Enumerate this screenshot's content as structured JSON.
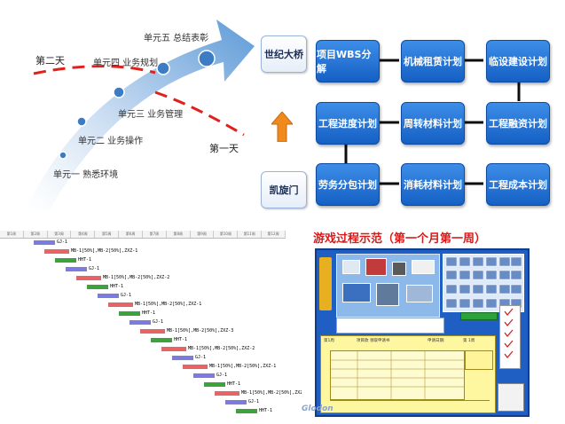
{
  "roadmap": {
    "units": [
      {
        "label": "单元一  熟悉环境"
      },
      {
        "label": "单元二  业务操作"
      },
      {
        "label": "单元三  业务管理"
      },
      {
        "label": "单元四  业务规划"
      },
      {
        "label": "单元五  总结表彰"
      }
    ],
    "day1": "第一天",
    "day2": "第二天",
    "colors": {
      "arrow": "#4a8fd0",
      "dash": "#e0201b"
    }
  },
  "middle": {
    "top_box": "世纪大桥",
    "bottom_box": "凯旋门",
    "up_arrow_icon": "up-arrow-icon",
    "arrow_color": "#f08a1c"
  },
  "plans": {
    "items": [
      "项目WBS分解",
      "机械租赁计划",
      "临设建设计划",
      "工程进度计划",
      "周转材料计划",
      "工程融资计划",
      "劳务分包计划",
      "消耗材料计划",
      "工程成本计划"
    ],
    "color": "#1a6fd8"
  },
  "gantt": {
    "header_cells": [
      "第1周",
      "第2周",
      "第3周",
      "第4周",
      "第5周",
      "第6周",
      "第7周",
      "第8周",
      "第9周",
      "第10周",
      "第11周",
      "第12周"
    ],
    "rows": [
      {
        "label": "GJ-1",
        "color": "#7b7be0"
      },
      {
        "label": "MB-1[50%],MB-2[50%],ZXZ-1",
        "color": "#e86464"
      },
      {
        "label": "HHT-1",
        "color": "#3ca33c"
      },
      {
        "label": "GJ-1",
        "color": "#7b7be0"
      },
      {
        "label": "MB-1[50%],MB-2[50%],ZXZ-2",
        "color": "#e86464"
      },
      {
        "label": "HHT-1",
        "color": "#3ca33c"
      },
      {
        "label": "GJ-1",
        "color": "#7b7be0"
      },
      {
        "label": "MB-1[50%],MB-2[50%],ZXZ-1",
        "color": "#e86464"
      },
      {
        "label": "HHT-1",
        "color": "#3ca33c"
      },
      {
        "label": "GJ-1",
        "color": "#7b7be0"
      },
      {
        "label": "MB-1[50%],MB-2[50%],ZXZ-3",
        "color": "#e86464"
      },
      {
        "label": "HHT-1",
        "color": "#3ca33c"
      },
      {
        "label": "MB-1[50%],MB-2[50%],ZXZ-2",
        "color": "#e86464"
      },
      {
        "label": "GJ-1",
        "color": "#7b7be0"
      },
      {
        "label": "MB-1[50%],MB-2[50%],ZXZ-1",
        "color": "#e86464"
      },
      {
        "label": "GJ-1",
        "color": "#7b7be0"
      },
      {
        "label": "HHT-1",
        "color": "#3ca33c"
      },
      {
        "label": "MB-1[50%],MB-2[50%],ZXZ-3",
        "color": "#e86464"
      },
      {
        "label": "GJ-1",
        "color": "#7b7be0"
      },
      {
        "label": "HHT-1",
        "color": "#3ca33c"
      }
    ]
  },
  "game": {
    "title": "游戏过程示范（第一个月第一周）",
    "form": {
      "row1": "第1周",
      "row2": "项目款 领取申请书",
      "row3": "申请日期:",
      "row4": "第 1周"
    },
    "brand": "Glodon",
    "colors": {
      "title": "#d81a1a",
      "panel": "#1f5fc4",
      "form": "#fff7a0"
    }
  }
}
